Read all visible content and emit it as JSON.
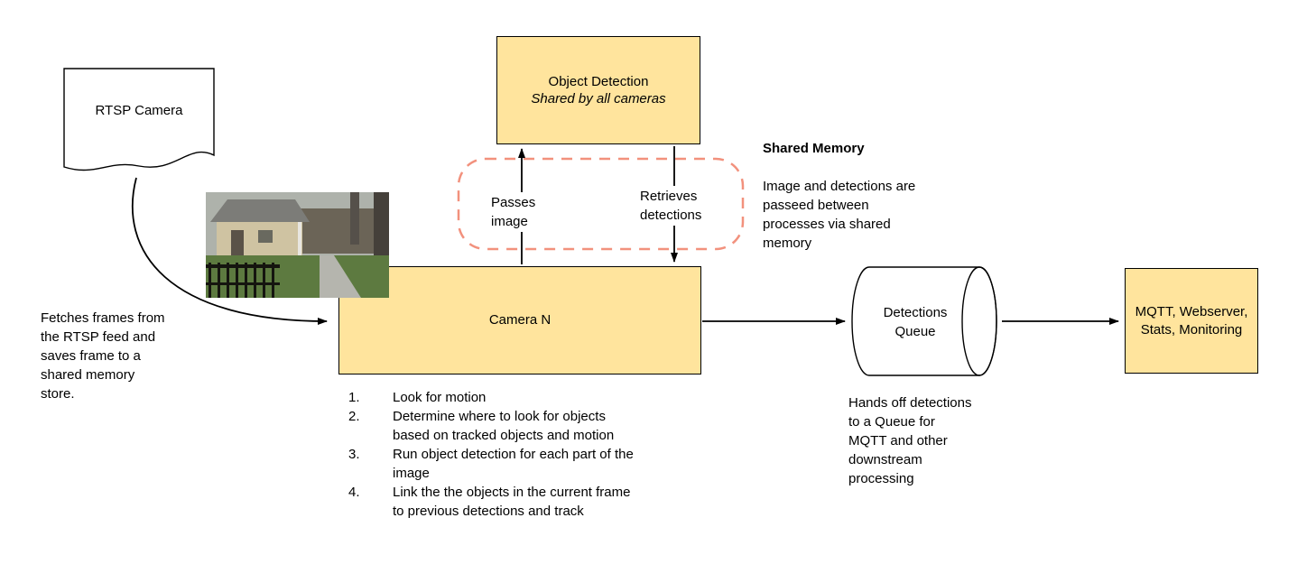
{
  "colors": {
    "node_fill": "#ffe49d",
    "node_border": "#000000",
    "shared_memory_dashed": "#f2917d",
    "arrow": "#000000"
  },
  "nodes": {
    "rtsp_camera": {
      "label": "RTSP Camera"
    },
    "object_detection": {
      "title": "Object Detection",
      "subtitle": "Shared by all cameras"
    },
    "camera_n": {
      "label": "Camera N"
    },
    "detections_queue": {
      "label": "Detections\nQueue"
    },
    "mqtt": {
      "label": "MQTT, Webserver,\nStats, Monitoring"
    }
  },
  "edge_labels": {
    "passes_image": "Passes\nimage",
    "retrieves_detections": "Retrieves\ndetections"
  },
  "annotations": {
    "shared_memory_title": "Shared Memory",
    "shared_memory_body": "Image and detections are\npasseed between\nprocesses via shared\nmemory",
    "fetch_note": "Fetches frames from\nthe RTSP feed and\nsaves frame to a\nshared memory\nstore.",
    "queue_note": "Hands off detections\nto a Queue for\nMQTT and other\ndownstream\nprocessing",
    "camera_steps": [
      {
        "num": "1.",
        "text": "Look for motion"
      },
      {
        "num": "2.",
        "text": "Determine where to look for objects\nbased on tracked objects and motion"
      },
      {
        "num": "3.",
        "text": "Run object detection for each part of the\nimage"
      },
      {
        "num": "4.",
        "text": "Link the the objects in the current frame\nto previous detections and track"
      }
    ]
  }
}
